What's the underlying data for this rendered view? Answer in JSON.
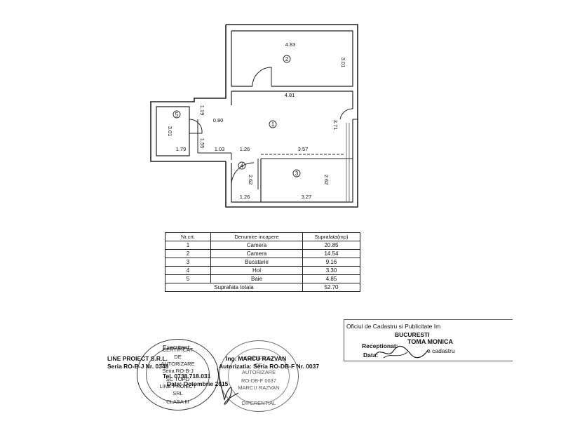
{
  "plan": {
    "dimensions": {
      "room2_width": "4.83",
      "room2_height": "3.01",
      "room1_width": "4.81",
      "room1_height": "3.71",
      "room5_width": "1.79",
      "room5_height": "3.01",
      "door_a": "1.19",
      "door_b": "0.80",
      "door_c": "1.55",
      "seg_a": "1.03",
      "seg_b": "1.26",
      "seg_c": "3.57",
      "room4_height": "2.62",
      "room3_height": "2.62",
      "room4_width": "1.26",
      "room3_width": "3.27"
    },
    "room_labels": [
      "1",
      "2",
      "3",
      "4",
      "5"
    ]
  },
  "table": {
    "headers": [
      "Nr.crt.",
      "Denumire incapere",
      "Suprafata(mp)"
    ],
    "rows": [
      [
        "1",
        "Camera",
        "20.85"
      ],
      [
        "2",
        "Camera",
        "14.54"
      ],
      [
        "3",
        "Bucatarie",
        "9.16"
      ],
      [
        "4",
        "Hol",
        "3.30"
      ],
      [
        "5",
        "Baie",
        "4.85"
      ]
    ],
    "total_label": "Suprafata totala",
    "total_value": "52.70"
  },
  "stamp": {
    "office": "Oficiul de Cadastru si Publicitate Im",
    "city": "BUCURESTI",
    "receptionist_label": "Receptionat:",
    "receptionist_name": "TOMA MONICA",
    "date_label": "Data:",
    "date_suffix": "e cadastru"
  },
  "executant": {
    "label": "Executant:",
    "company": "LINE PROIECT S.R.L.",
    "series_left": "Seria RO-B-J Nr. 0348",
    "phone": "Tel. 0738.718.031",
    "date": "Data: Octombrie 2015",
    "engineer": "Ing. MARCU RAZVAN",
    "authorization": "Autorizatia: Seria RO-DB-F Nr. 0037"
  },
  "seal_left": {
    "lines": [
      "CERTIFICAT",
      "DE",
      "AUTORIZARE",
      "Seria RO-B-J",
      "SC TOPO",
      "LINE PROIECT",
      "SRL",
      "CLASA III"
    ]
  },
  "seal_right": {
    "lines": [
      "CERTIFICAT",
      "DE",
      "AUTORIZARE",
      "RO-DB-F 0037",
      "MARCU RAZVAN",
      "DIFERENTIAL"
    ]
  }
}
